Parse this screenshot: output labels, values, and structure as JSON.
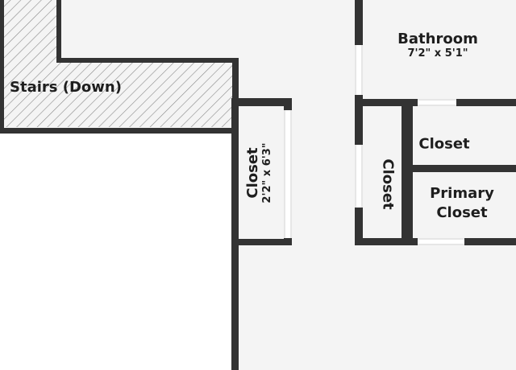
{
  "colors": {
    "wall": "#333333",
    "floor": "#f4f4f4",
    "exterior": "#ffffff",
    "hatch": "#8a8a8a"
  },
  "rooms": {
    "stairs": {
      "name": "Stairs (Down)"
    },
    "bathroom": {
      "name": "Bathroom",
      "dimensions": "7'2\" x 5'1\""
    },
    "closet_hall": {
      "name": "Closet",
      "dimensions": "2'2\" x 6'3\""
    },
    "closet_vertical": {
      "name": "Closet"
    },
    "closet_top": {
      "name": "Closet"
    },
    "primary_closet": {
      "name": "Primary\nCloset",
      "line1": "Primary",
      "line2": "Closet"
    }
  }
}
